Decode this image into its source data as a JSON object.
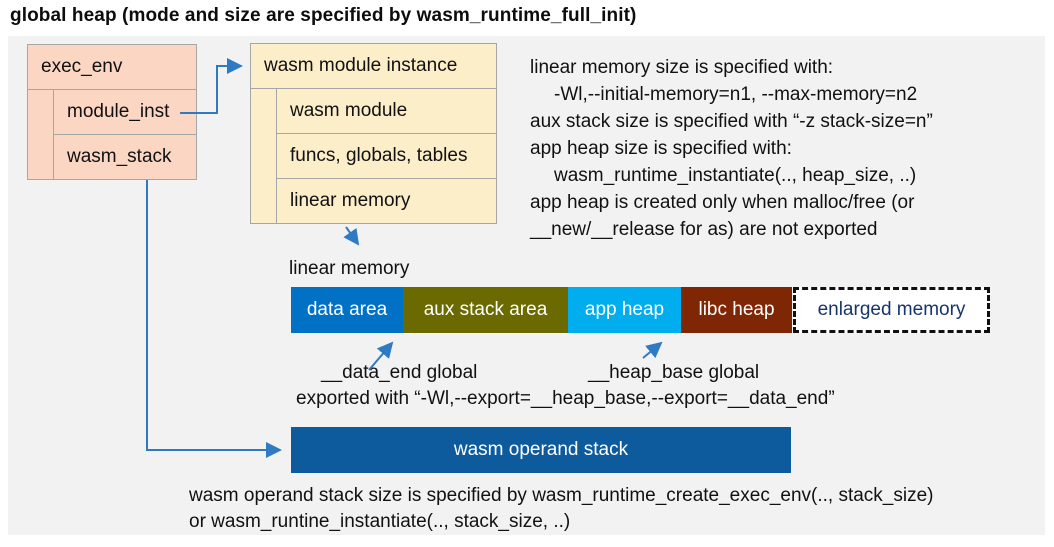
{
  "title": "global heap (mode and size are specified by wasm_runtime_full_init)",
  "exec_env": {
    "header": "exec_env",
    "rows": [
      "module_inst",
      "wasm_stack"
    ],
    "fill": "#fbd7c3",
    "border": "#a6a6a6"
  },
  "module_instance": {
    "header": "wasm module instance",
    "rows": [
      "wasm module",
      "funcs, globals, tables",
      "linear memory"
    ],
    "fill": "#fdeeca"
  },
  "notes": {
    "lines": [
      "linear memory size is specified with:",
      "-Wl,--initial-memory=n1, --max-memory=n2",
      "aux stack size is specified with “-z stack-size=n”",
      "app heap size is specified with:",
      "wasm_runtime_instantiate(.., heap_size, ..)",
      "app heap is created only when malloc/free (or",
      "__new/__release for as) are not exported"
    ]
  },
  "linear_memory": {
    "label": "linear memory",
    "segments": [
      {
        "label": "data area",
        "color": "#0071c5",
        "text_color": "#ffffff"
      },
      {
        "label": "aux stack area",
        "color": "#6a6a00",
        "text_color": "#ffffff"
      },
      {
        "label": "app heap",
        "color": "#00aeef",
        "text_color": "#ffffff"
      },
      {
        "label": "libc heap",
        "color": "#7f2605",
        "text_color": "#ffffff"
      },
      {
        "label": "enlarged memory",
        "color": "#ffffff",
        "text_color": "#15356d"
      }
    ]
  },
  "globals_labels": {
    "data_end": "__data_end global",
    "heap_base": "__heap_base global",
    "exported": "exported with “-Wl,--export=__heap_base,--export=__data_end”"
  },
  "operand_stack": {
    "label": "wasm operand stack",
    "color": "#0d5a9c"
  },
  "footnote": {
    "lines": [
      "wasm operand stack size is specified by wasm_runtime_create_exec_env(.., stack_size)",
      "or wasm_runtine_instantiate(.., stack_size, ..)"
    ]
  },
  "arrow_color": "#2f7bc3",
  "panel_color": "#f2f2f2"
}
